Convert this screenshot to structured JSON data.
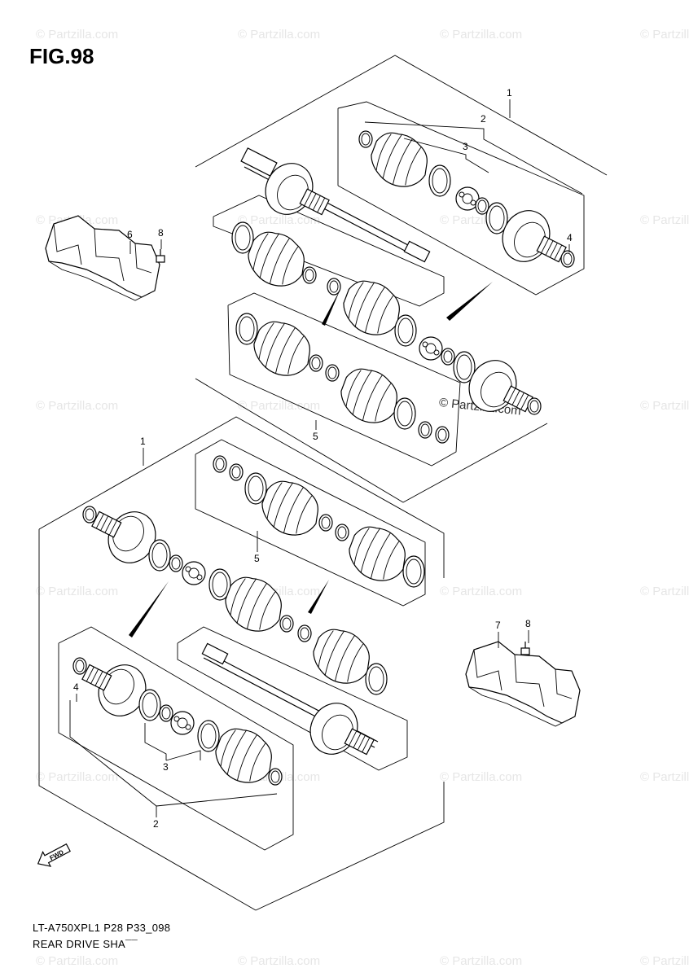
{
  "figure": {
    "title": "FIG.98",
    "model": "LT-A750XPL1 P28 P33_098",
    "section": "REAR DRIVE SHA¯¯"
  },
  "watermark": {
    "text": "© Partzilla.com",
    "highlight_text": "© Partzilla.com"
  },
  "callouts": {
    "upper_assembly": "1",
    "upper_outer_joint_set": "2",
    "upper_ring_set": "3",
    "upper_circlip": "4",
    "upper_boot_kit": "5",
    "left_guard": "6",
    "left_bolt": "8",
    "lower_assembly": "1",
    "lower_boot_kit": "5",
    "right_guard": "7",
    "right_bolt": "8",
    "lower_circlip": "4",
    "lower_ring_set": "3",
    "lower_outer_joint_set": "2"
  },
  "direction_label": "FWD"
}
